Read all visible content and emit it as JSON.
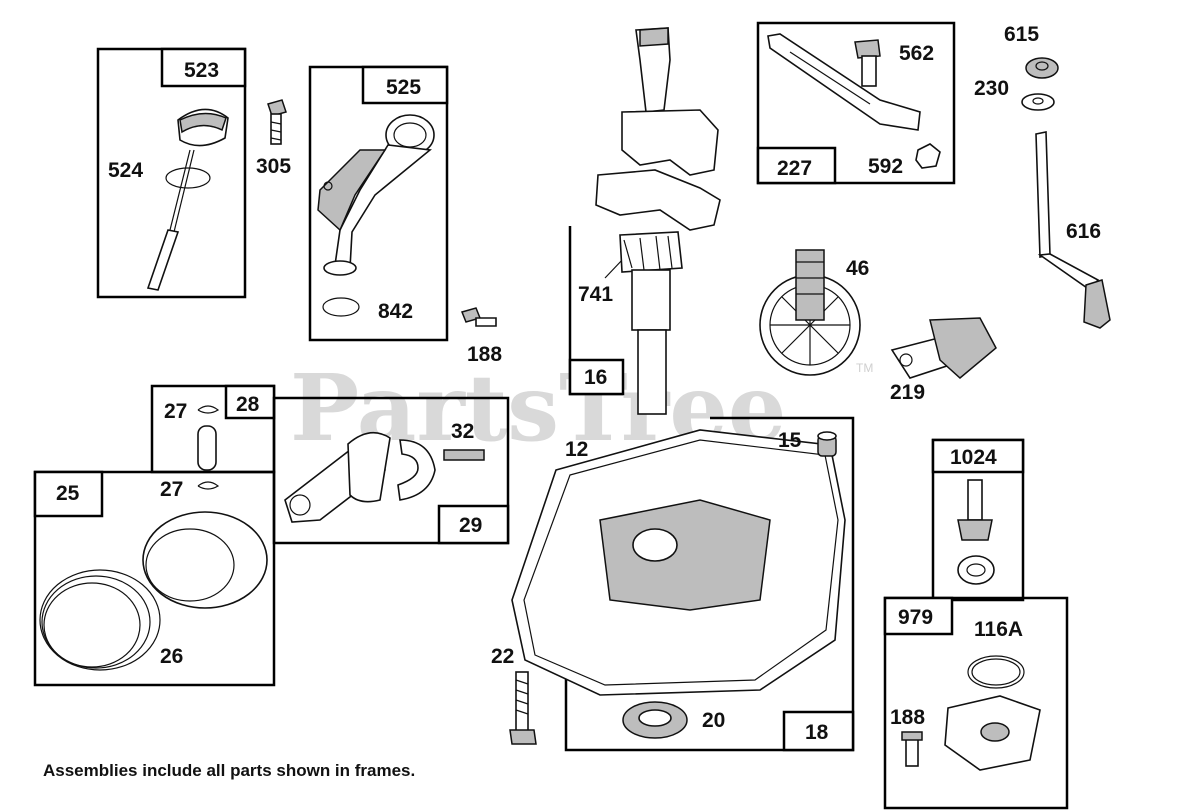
{
  "watermark": {
    "text": "PartsTree",
    "trademark": "TM"
  },
  "top_left_marks": "",
  "frames": {
    "dipstick": {
      "tag": "523",
      "part": "524"
    },
    "dipstick_tube": {
      "tag": "525",
      "seal": "842"
    },
    "crankshaft_frame": {
      "tag": "16",
      "gear": "741"
    },
    "governor_frame": {
      "tag": "227",
      "link": "562",
      "nut": "592"
    },
    "pin_frame": {
      "tag": "28",
      "clip_top": "27"
    },
    "rod_frame": {
      "tag": "29",
      "bolt": "32"
    },
    "piston_frame": {
      "tag": "25",
      "clip_bottom": "27",
      "rings": "26"
    },
    "sump_frame": {
      "tag": "18",
      "seal": "20"
    },
    "pump_frame": {
      "tag": "1024"
    },
    "cover_frame": {
      "tag": "979",
      "gasket": "116A",
      "screw": "188"
    }
  },
  "loose_labels": {
    "screw_305": "305",
    "screw_188": "188",
    "cam_46": "46",
    "governor_219": "219",
    "washer_615": "615",
    "washer_230": "230",
    "shaft_616": "616",
    "plug_15": "15",
    "sump_12": "12",
    "bolt_22": "22"
  },
  "footer_note": "Assemblies include all parts shown in frames."
}
